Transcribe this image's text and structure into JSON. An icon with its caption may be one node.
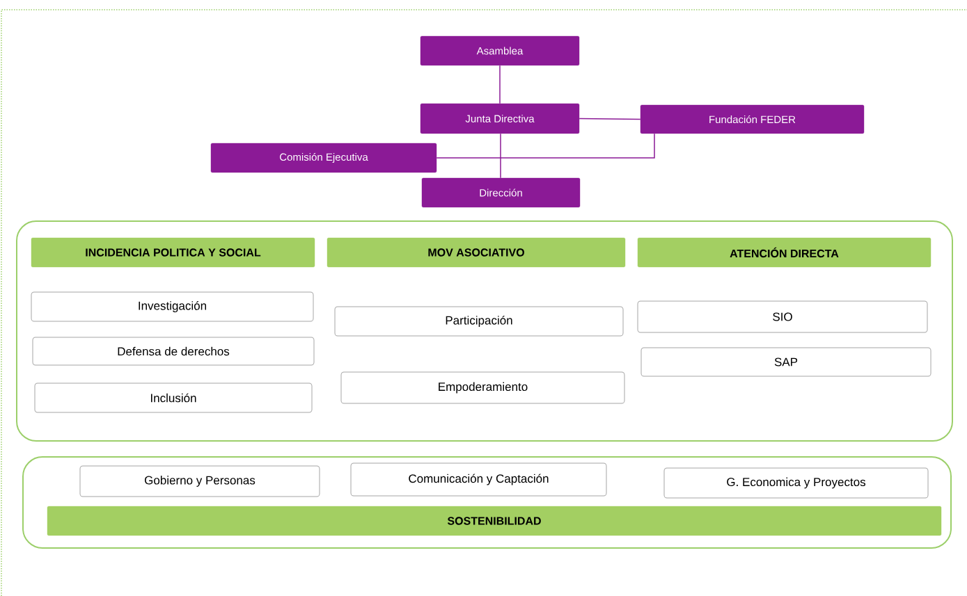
{
  "diagram": {
    "nodes": [
      {
        "text": [
          "Asamblea"
        ]
      },
      {
        "text": [
          "Junta Directiva"
        ]
      },
      {
        "text": [
          "Fundación FEDER"
        ]
      },
      {
        "text": [
          "Comisión Ejecutiva"
        ]
      },
      {
        "text": [
          "Dirección"
        ]
      },
      {
        "text": [],
        "shape": "box"
      },
      {
        "text": [
          "INCIDENCIA POLITICA Y SOCIAL"
        ],
        "in": 5
      },
      {
        "text": [
          "MOV ASOCIATIVO"
        ],
        "in": 5
      },
      {
        "text": [
          "ATENCIÓN DIRECTA"
        ],
        "in": 5
      },
      {
        "text": [
          "Investigación"
        ],
        "in": 5
      },
      {
        "text": [
          "Defensa de derechos"
        ],
        "in": 5
      },
      {
        "text": [
          "Inclusión"
        ],
        "in": 5
      },
      {
        "text": [
          "Participación"
        ],
        "in": 5
      },
      {
        "text": [
          "Empoderamiento"
        ],
        "in": 5
      },
      {
        "text": [
          "SIO"
        ],
        "in": 5
      },
      {
        "text": [
          "SAP"
        ],
        "in": 5
      },
      {
        "text": [],
        "shape": "box"
      },
      {
        "text": [
          "Gobierno y Personas"
        ],
        "in": 16
      },
      {
        "text": [
          "Comunicación y Captación"
        ],
        "in": 16
      },
      {
        "text": [
          "G. Economica y Proyectos"
        ],
        "in": 16
      },
      {
        "text": [
          "SOSTENIBILIDAD"
        ],
        "in": 16
      }
    ],
    "edges": [
      {
        "from": 0,
        "to": 1,
        "arrow": "none"
      },
      {
        "from": 1,
        "to": 2,
        "arrow": "none"
      },
      {
        "from": 1,
        "to": 4,
        "arrow": "none"
      },
      {
        "from": 3,
        "to": 2,
        "arrow": "none"
      }
    ]
  }
}
